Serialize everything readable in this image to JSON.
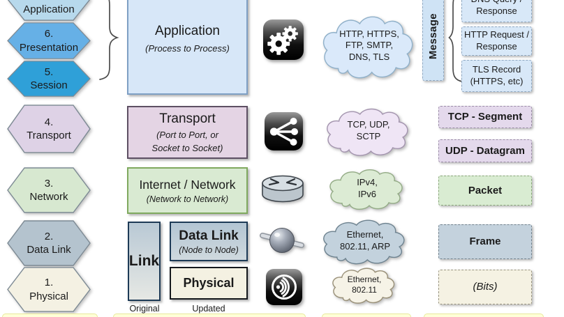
{
  "osi_layers": [
    {
      "number": "",
      "name": "Application"
    },
    {
      "number": "6.",
      "name": "Presentation"
    },
    {
      "number": "5.",
      "name": "Session"
    },
    {
      "number": "4.",
      "name": "Transport"
    },
    {
      "number": "3.",
      "name": "Network"
    },
    {
      "number": "2.",
      "name": "Data Link"
    },
    {
      "number": "1.",
      "name": "Physical"
    }
  ],
  "tcpip_model": {
    "application": {
      "title": "Application",
      "subtitle": "(Process to Process)"
    },
    "transport": {
      "title": "Transport",
      "subtitle_line1": "(Port to Port, or",
      "subtitle_line2": "Socket to Socket)"
    },
    "internet": {
      "title": "Internet / Network",
      "subtitle": "(Network to Network)"
    },
    "link": {
      "title": "Link"
    },
    "data_link": {
      "title": "Data Link",
      "subtitle": "(Node to Node)"
    },
    "physical": {
      "title": "Physical"
    },
    "caption_original": "Original",
    "caption_updated": "Updated"
  },
  "icons": [
    {
      "name": "gears-icon"
    },
    {
      "name": "network-fanout-icon"
    },
    {
      "name": "router-icon"
    },
    {
      "name": "node-on-wire-icon"
    },
    {
      "name": "wireless-signal-icon"
    }
  ],
  "protocol_clouds": [
    {
      "fill": "#dae9fa",
      "line1": "HTTP, HTTPS,",
      "line2": "FTP, SMTP,",
      "line3": "DNS, TLS"
    },
    {
      "fill": "#efe5f5",
      "line1": "TCP, UDP,",
      "line2": "SCTP"
    },
    {
      "fill": "#dcebd4",
      "line1": "IPv4,",
      "line2": "IPv6"
    },
    {
      "fill": "#c3d2dd",
      "line1": "Ethernet,",
      "line2": "802.11, ARP"
    },
    {
      "fill": "#f6f3e7",
      "line1": "Ethernet,",
      "line2": "802.11"
    }
  ],
  "pdu_column": {
    "message_label": "Message",
    "message_types": [
      {
        "line1": "DNS Query /",
        "line2": "Response"
      },
      {
        "line1": "HTTP Request /",
        "line2": "Response"
      },
      {
        "line1": "TLS Record",
        "line2": "(HTTPS, etc)"
      }
    ],
    "units": [
      {
        "label": "TCP - Segment"
      },
      {
        "label": "UDP - Datagram"
      },
      {
        "label": "Packet"
      },
      {
        "label": "Frame"
      },
      {
        "label": "(Bits)"
      }
    ]
  },
  "colors": {
    "osi_application": "#b7d9ec",
    "osi_presentation": "#66b0e6",
    "osi_session": "#2fa0d8",
    "osi_transport": "#ded2e6",
    "osi_network": "#d7e8d0",
    "osi_data_link": "#b4c3ce",
    "osi_physical": "#f4f1e3",
    "box_application_fill": "#d7e7f8",
    "box_application_border": "#7e9fc4",
    "box_transport_fill": "#e4d4e4",
    "box_transport_border": "#5d4f63",
    "box_internet_fill": "#d9ead2",
    "box_internet_border": "#7fa95e",
    "box_link_border": "#1d3a56",
    "box_physical_border": "#15181c",
    "pdu_message_fill": "#d8e8f8",
    "pdu_segment_fill": "#e4d9ec",
    "pdu_packet_fill": "#d9ecd2",
    "pdu_frame_fill": "#c4d2dd",
    "pdu_bits_fill": "#f5f2e3",
    "bottom_strip_fill": "#ffffd8"
  }
}
